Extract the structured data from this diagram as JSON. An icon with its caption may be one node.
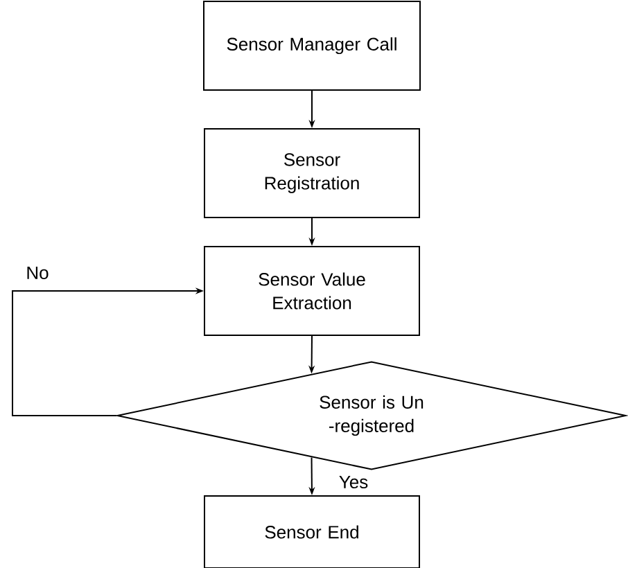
{
  "diagram": {
    "nodes": [
      {
        "text": [
          "Sensor Manager Call"
        ]
      },
      {
        "text": [
          "Sensor Registration"
        ]
      },
      {
        "text": [
          "Sensor Value Extraction"
        ]
      },
      {
        "text": [
          "Sensor is Un -registered"
        ]
      },
      {
        "text": [
          "Sensor End"
        ]
      }
    ],
    "edges": [
      {
        "from": 0,
        "to": 1,
        "arrow": "to"
      },
      {
        "from": 1,
        "to": 2,
        "arrow": "to"
      },
      {
        "from": 2,
        "to": 3,
        "arrow": "to"
      },
      {
        "from": 3,
        "to": 2,
        "arrow": "to",
        "label": "No"
      },
      {
        "from": 3,
        "to": 4,
        "arrow": "to",
        "label": "Yes"
      }
    ]
  }
}
